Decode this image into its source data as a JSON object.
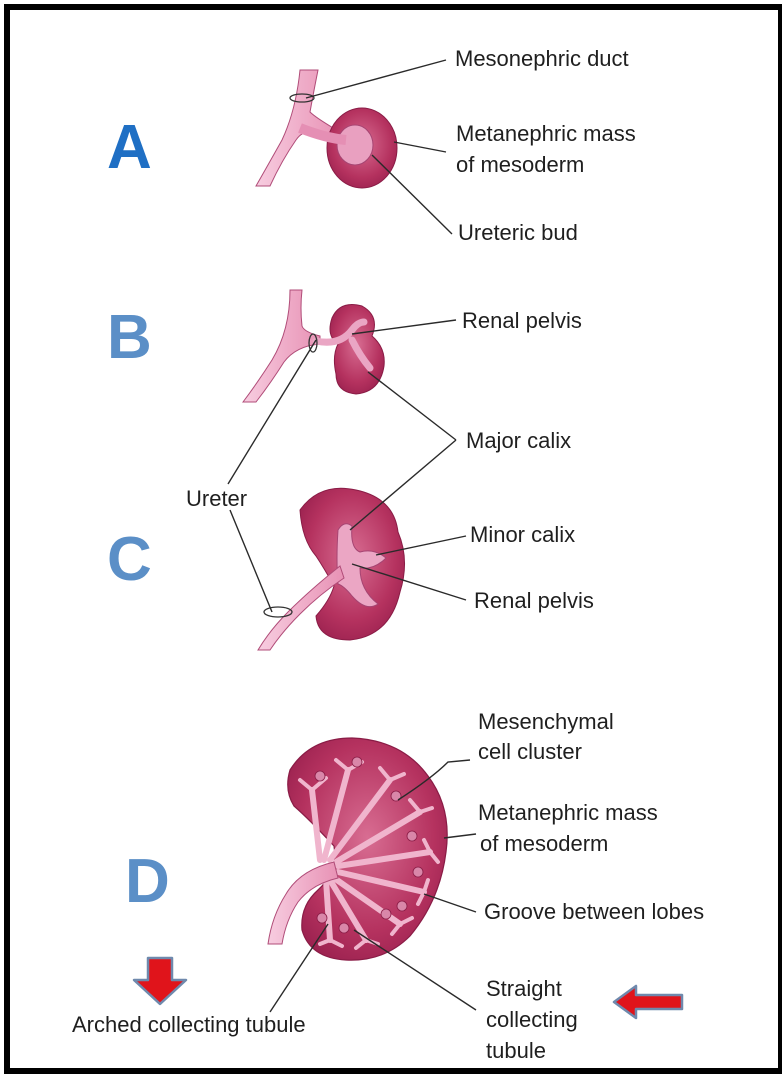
{
  "panels": {
    "a": {
      "letter": "A",
      "labels": [
        "Mesonephric duct",
        "Metanephric mass",
        "of mesoderm",
        "Ureteric bud"
      ]
    },
    "b": {
      "letter": "B",
      "labels": [
        "Renal pelvis",
        "Major calix"
      ]
    },
    "c": {
      "letter": "C",
      "labels": [
        "Ureter",
        "Minor calix",
        "Renal pelvis"
      ]
    },
    "d": {
      "letter": "D",
      "labels": [
        "Mesenchymal",
        "cell cluster",
        "Metanephric mass",
        "of mesoderm",
        "Groove between lobes",
        "Arched collecting tubule",
        "Straight",
        "collecting",
        "tubule"
      ]
    }
  },
  "colors": {
    "letter_a": "#1f6fc4",
    "letter_bcd": "#5b8fc7",
    "mass": "#b5325f",
    "mass_light": "#d5658b",
    "duct": "#f2b7cf",
    "arrow": "#e0141b"
  },
  "icons": {
    "down_arrow": "red-down-arrow-icon",
    "left_arrow": "red-left-arrow-icon"
  }
}
